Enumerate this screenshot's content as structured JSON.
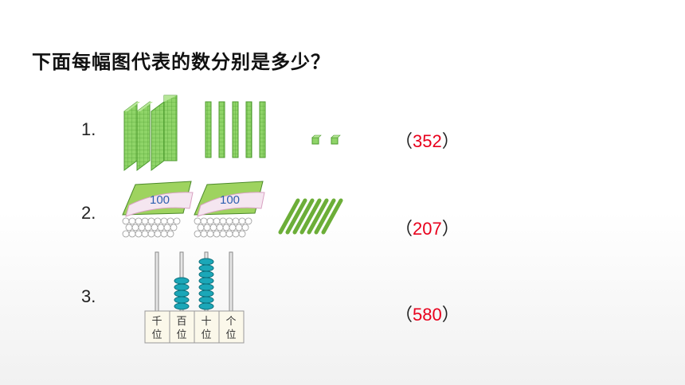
{
  "title": "下面每幅图代表的数分别是多少？",
  "problems": [
    {
      "number": "1.",
      "answer": "352"
    },
    {
      "number": "2.",
      "answer": "207",
      "bundle_label": "100"
    },
    {
      "number": "3.",
      "answer": "580",
      "abacus_labels": [
        [
          "千",
          "位"
        ],
        [
          "百",
          "位"
        ],
        [
          "十",
          "位"
        ],
        [
          "个",
          "位"
        ]
      ]
    }
  ],
  "paren_open": "（",
  "paren_close": "）",
  "colors": {
    "answer": "#e8001c",
    "block_green": "#8fd468",
    "bead_teal": "#1ba7b8"
  },
  "icons": [
    "hundred-flat-icon",
    "ten-rod-icon",
    "unit-cube-icon",
    "stick-bundle-icon",
    "single-stick-icon",
    "abacus-icon"
  ]
}
